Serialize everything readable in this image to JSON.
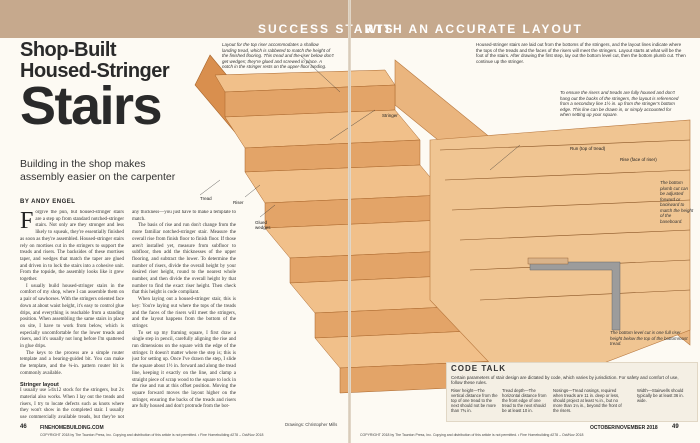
{
  "header": {
    "left": "SUCCESS STARTS",
    "right": "WITH AN ACCURATE LAYOUT"
  },
  "article": {
    "title_line1": "Shop-Built",
    "title_line2": "Housed-Stringer",
    "title_line3": "Stairs",
    "deck": "Building in the shop makes assembly easier on the carpenter",
    "byline": "BY ANDY ENGEL",
    "dropcap": "F",
    "col1_p1": "orgive the pun, but housed-stringer stairs are a step up from standard notched-stringer stairs. Not only are they stronger and less likely to squeak, they're essentially finished as soon as they're assembled. Housed-stringer stairs rely on mortises cut in the stringers to support the treads and risers. The backsides of these mortises taper, and wedges that match the taper are glued and driven in to lock the stairs into a cohesive unit. From the topside, the assembly looks like it grew together.",
    "col1_p2": "I usually build housed-stringer stairs in the comfort of my shop, where I can assemble them on a pair of sawhorses. With the stringers oriented face down at about waist height, it's easy to control glue drips, and everything is reachable from a standing position. When assembling the same stairs in place on site, I have to work from below, which is especially uncomfortable for the lower treads and risers, and it's usually not long before I'm spattered in glue drips.",
    "col1_p3": "The keys to the process are a simple router template and a bearing-guided bit. You can make the template, and the ¾-in. pattern router bit is commonly available.",
    "subhead": "Stringer layout",
    "col1_p4": "I usually use 5⁄4x12 stock for the stringers, but 2x material also works. When I lay out the treads and risers, I try to locate defects such as knots where they won't show in the completed stair. I usually use commercially available treads, but they're not very easy to make. If you make your own, round the tread nose using a ¾-in. roundover bit so the radius matches that from the ¾-in. pattern bit. Risers are almost always cut from 1x10 boards. That said, the treads and risers can be almost",
    "col2_p1": "any thickness—you just have to make a template to match.",
    "col2_p2": "The basis of rise and run don't change from the more familiar notched-stringer stair. Measure the overall rise from finish floor to finish floor. If those aren't installed yet, measure from subfloor to subfloor, then add the thicknesses of the upper flooring, and subtract the lower. To determine the number of risers, divide the overall height by your desired riser height, round to the nearest whole number, and then divide the overall height by that number to find the exact riser height. Then check that this height is code compliant.",
    "col2_p3": "When laying out a housed-stringer stair, this is key: You're laying out where the tops of the treads and the faces of the risers will meet the stringers, and the layout happens from the bottom of the stringer.",
    "col2_p4": "To set up my framing square, I first draw a single step in pencil, carefully aligning the rise and run dimensions on the square with the edge of the stringer. It doesn't matter where the step is; this is just for setting up. Once I've drawn the step, I slide the square about 1½ in. forward and along the tread line, keeping it exactly on the line, and clamp a straight piece of scrap wood to the square to lock in the rise and run at this offset position. Moving the square forward moves the layout higher on the stringer, ensuring the backs of the treads and risers are fully housed and don't protrude from the bot-",
    "col3_p1": ""
  },
  "callouts": {
    "top": "Layout for the top riser accommodates a shallow landing tread, which is rabbeted to match the height of the finished flooring. This tread and the riser below don't get wedges; they're glued and screwed in place. A notch in the stringer rests on the upper-floor landing.",
    "right_top": "Housed-stringer stairs are laid out from the bottoms of the stringers, and the layout lines indicate where the tops of the treads and the faces of the risers will meet the stringers. Layout starts at what will be the foot of the stairs. After drawing the first step, lay out the bottom level cut, then the bottom plumb cut. Then continue up the stringer.",
    "right_mid": "To ensure the risers and treads are fully housed and don't hang out the backs of the stringers, the layout is referenced from a secondary line 1½ in. up from the stringer's bottom edge. This line can be drawn in, or simply accounted for when setting up your square.",
    "bottom_plumb": "The bottom plumb cut can be adjusted forward or backward to match the height of the baseboard.",
    "bottom_level": "The bottom level cut is one full riser height below the top of the bottommost tread."
  },
  "labels": {
    "stringer": "Stringer",
    "tread": "Tread",
    "riser": "Riser",
    "glued_wedges": "Glued wedges",
    "run": "Run (top of tread)",
    "rise": "Rise (face of riser)"
  },
  "code_talk": {
    "title": "CODE TALK",
    "intro": "Certain parameters of stair design are dictated by code, which varies by jurisdiction. For safety and comfort of use, follow these rules.",
    "items": [
      "Riser height—The vertical distance from the top of one tread to the next should not be more than 7¾ in.",
      "Tread depth—The horizontal distance from the front edge of one tread to the next should be at least 10 in.",
      "Nosings—Tread nosings, required when treads are 11 in. deep or less, should project at least ¾ in., but no more than 1¼ in., beyond the front of the risers.",
      "Width—Stairwells should typically be at least 36 in. wide."
    ]
  },
  "footer": {
    "left_folio": "46",
    "left_site": "FINEHOMEBUILDING.COM",
    "left_credit": "Drawings: Christopher Mills",
    "left_copyright": "COPYRIGHT 2018 by The Taunton Press, Inc. Copying and distribution of this article is not permitted. • Fine Homebuilding #278 – Oct/Nov 2018",
    "right_copyright": "COPYRIGHT 2018 by The Taunton Press, Inc. Copying and distribution of this article is not permitted. • Fine Homebuilding #278 – Oct/Nov 2018",
    "right_issue": "OCTOBER/NOVEMBER 2018",
    "right_folio": "49"
  },
  "colors": {
    "band": "#c6a98d",
    "wood": "#e3a468",
    "wood_dark": "#c97e3f",
    "wood_light": "#f1c08a",
    "square": "#9c9c9c"
  }
}
